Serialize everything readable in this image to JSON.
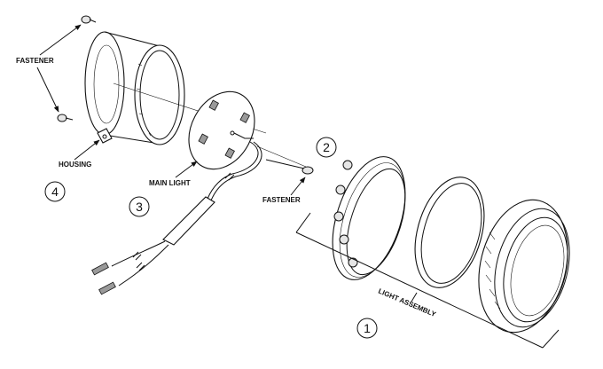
{
  "labels": {
    "fastener_top": "FASTENER",
    "housing": "HOUSING",
    "main_light": "MAIN LIGHT",
    "fastener_right": "FASTENER",
    "light_assembly": "LIGHT ASSEMBLY"
  },
  "callouts": {
    "housing": "4",
    "main_light": "3",
    "fastener": "2",
    "light_assembly": "1"
  }
}
